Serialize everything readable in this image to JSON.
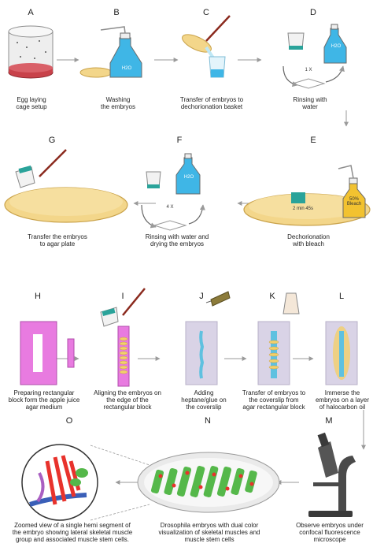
{
  "steps": [
    {
      "letter": "A",
      "caption": "Egg laying\ncage setup"
    },
    {
      "letter": "B",
      "caption": "Washing\nthe embryos"
    },
    {
      "letter": "C",
      "caption": "Transfer of embryos to\ndechorionation basket"
    },
    {
      "letter": "D",
      "caption": "Rinsing with\nwater"
    },
    {
      "letter": "E",
      "caption": "Dechorionation\nwith bleach"
    },
    {
      "letter": "F",
      "caption": "Rinsing with water and\ndrying the embryos"
    },
    {
      "letter": "G",
      "caption": "Transfer the embryos\nto agar plate"
    },
    {
      "letter": "H",
      "caption": "Preparing rectangular\nblock form the apple juice\nagar medium"
    },
    {
      "letter": "I",
      "caption": "Aligning the embryos on\nthe edge of the\nrectangular block"
    },
    {
      "letter": "J",
      "caption": "Adding\nheptane/glue on\nthe coverslip"
    },
    {
      "letter": "K",
      "caption": "Transfer of embryos to\nthe coverslip from\nagar rectangular block"
    },
    {
      "letter": "L",
      "caption": "Immerse the\nembryos on a layer\nof halocarbon oil"
    },
    {
      "letter": "M",
      "caption": "Observe embryos under\nconfocal fluorescence\nmicroscope"
    },
    {
      "letter": "N",
      "caption": "Drosophila embryos with dual color\nvisualization of skeletal muscles and\nmuscle stem cells"
    },
    {
      "letter": "O",
      "caption": "Zoomed view of a single hemi segment of\nthe embryo showing lateral skeletal muscle\ngroup and associated muscle stem cells."
    }
  ],
  "labels": {
    "water": "H2O",
    "rinse_d": "1 X",
    "rinse_f": "4 X",
    "timer": "2 min 45s",
    "bleach": "50%\nBleach"
  },
  "colors": {
    "agar": "#f3d68a",
    "agar_edge": "#c9a24a",
    "water_blue": "#3fb6e6",
    "bleach": "#f2c230",
    "pink_block": "#e87be0",
    "coverslip": "#d9d3e6",
    "teal": "#2aa39a",
    "muscle_green": "#55b84a",
    "stem_red": "#e8322c",
    "arrow_gray": "#9a9a9a",
    "wood": "#8b2a1e"
  }
}
